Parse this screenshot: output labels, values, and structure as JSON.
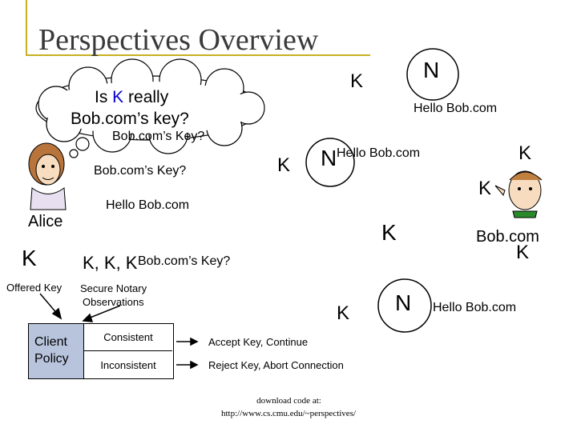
{
  "title": "Perspectives Overview",
  "thought": {
    "line1_pre": "Is ",
    "line1_k": "K",
    "line1_post": " really",
    "line2": "Bob.com’s key?"
  },
  "colors": {
    "title": "#3a3a3a",
    "accent_line": "#c8b020",
    "k_highlight": "#0000cc",
    "client_policy_bg": "#b8c4dc"
  },
  "icons": {
    "alice": "person-icon",
    "bob": "person-icon",
    "notary": "circle-node"
  },
  "labels": {
    "k_top": "K",
    "n_top": "N",
    "hello_top": "Hello Bob.com",
    "query1": "Bob.com’s Key?",
    "query2": "Bob.com’s Key?",
    "k_mid": "K",
    "n_mid": "N",
    "hello_mid": "Hello Bob.com",
    "k_right1": "K",
    "k_right2": "K",
    "hello_alice": "Hello Bob.com",
    "alice": "Alice",
    "k_alice": "K",
    "offered_key": "Offered Key",
    "k_list": "K,  K,  K",
    "query3": "Bob.com’s Key?",
    "secure_notary": "Secure Notary",
    "observations": "Observations",
    "k_right3": "K",
    "bob_com": "Bob.com",
    "k_bob": "K",
    "k_bot": "K",
    "n_bot": "N",
    "hello_bot": "Hello Bob.com"
  },
  "policy": {
    "client_policy_line1": "Client",
    "client_policy_line2": "Policy",
    "consistent": "Consistent",
    "inconsistent": "Inconsistent",
    "accept": "Accept Key, Continue",
    "reject": "Reject Key, Abort Connection"
  },
  "footer": {
    "line1": "download code at:",
    "line2": "http://www.cs.cmu.edu/~perspectives/"
  }
}
